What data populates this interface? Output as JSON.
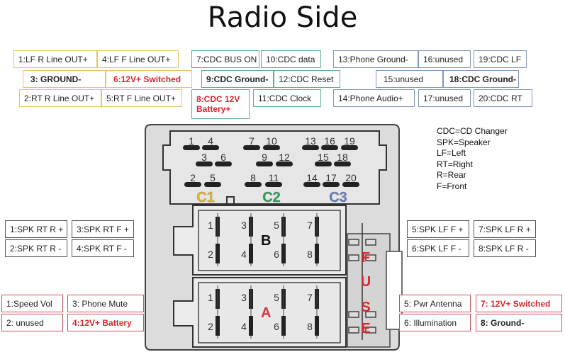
{
  "title": "Radio Side",
  "top_pins": {
    "c1_yellow": [
      {
        "label": "1:LF R Line OUT+",
        "style": "normal"
      },
      {
        "label": "4:LF  F Line OUT+",
        "style": "normal"
      },
      {
        "label": "3: GROUND-",
        "style": "bold"
      },
      {
        "label": "6:12V+ Switched",
        "style": "red"
      },
      {
        "label": "2:RT R Line OUT+",
        "style": "normal"
      },
      {
        "label": "5:RT F Line OUT+",
        "style": "normal"
      }
    ],
    "c2_green": [
      {
        "label": "7:CDC BUS ON",
        "style": "normal"
      },
      {
        "label": "10:CDC data",
        "style": "normal"
      },
      {
        "label": "9:CDC Ground-",
        "style": "bold"
      },
      {
        "label": "12:CDC Reset",
        "style": "normal"
      },
      {
        "label": "8:CDC 12V Battery+",
        "style": "red"
      },
      {
        "label": "11:CDC Clock",
        "style": "normal"
      }
    ],
    "c3_blue": [
      {
        "label": "13:Phone Ground-",
        "style": "normal"
      },
      {
        "label": "16:unused",
        "style": "normal"
      },
      {
        "label": "19:CDC LF",
        "style": "normal"
      },
      {
        "label": "15:unused",
        "style": "normal"
      },
      {
        "label": "18:CDC Ground-",
        "style": "bold"
      },
      {
        "label": "14:Phone Audio+",
        "style": "normal"
      },
      {
        "label": "17:unused",
        "style": "normal"
      },
      {
        "label": "20:CDC RT",
        "style": "normal"
      }
    ]
  },
  "legend": [
    "CDC=CD Changer",
    "SPK=Speaker",
    "LF=Left",
    "RT=Right",
    "R=Rear",
    "F=Front"
  ],
  "connector_b": {
    "left": [
      "1:SPK RT R +",
      "3:SPK RT F +",
      "2:SPK RT R -",
      "4:SPK RT F -"
    ],
    "right": [
      "5:SPK LF F +",
      "7:SPK LF R +",
      "6:SPK LF F -",
      "8:SPK LF R -"
    ]
  },
  "connector_a": {
    "left": [
      {
        "label": "1:Speed Vol",
        "style": "normal"
      },
      {
        "label": "3: Phone Mute",
        "style": "normal"
      },
      {
        "label": "2: unused",
        "style": "normal"
      },
      {
        "label": "4:12V+ Battery",
        "style": "red"
      }
    ],
    "right": [
      {
        "label": "5: Pwr Antenna",
        "style": "normal"
      },
      {
        "label": "7: 12V+ Switched",
        "style": "red"
      },
      {
        "label": "6: Illumination",
        "style": "normal"
      },
      {
        "label": "8: Ground-",
        "style": "bold"
      }
    ]
  },
  "diagram": {
    "c_pins_row1": [
      "1",
      "4",
      "7",
      "10",
      "13",
      "16",
      "19"
    ],
    "c_pins_row2": [
      "3",
      "6",
      "9",
      "12",
      "15",
      "18"
    ],
    "c_pins_row3": [
      "2",
      "5",
      "8",
      "11",
      "14",
      "17",
      "20"
    ],
    "group_labels": [
      {
        "text": "C1",
        "color": "#e8b820"
      },
      {
        "text": "C2",
        "color": "#2a9a56"
      },
      {
        "text": "C3",
        "color": "#5d7fc0"
      }
    ],
    "block_b_label": "B",
    "block_a_label": "A",
    "block_pins_top": [
      "1",
      "3",
      "5",
      "7"
    ],
    "block_pins_bottom": [
      "2",
      "4",
      "6",
      "8"
    ],
    "fuse_letters": [
      "F",
      "U",
      "S",
      "E"
    ],
    "colors": {
      "red": "#d9262e",
      "block_b": "#111111",
      "block_a": "#d9363e"
    }
  }
}
